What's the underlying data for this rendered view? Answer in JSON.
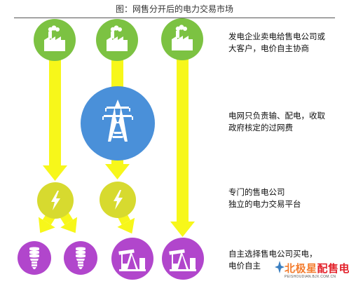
{
  "title": "图：网售分开后的电力交易市场",
  "colors": {
    "arrow": "#f7f71a",
    "factory_circle": "#7cc242",
    "tower_circle": "#4a90d9",
    "company_circle": "#d7da2f",
    "user_circle": "#b146cc",
    "icon": "#ffffff"
  },
  "nodes": {
    "factories": [
      "factory-icon",
      "factory-icon",
      "factory-icon"
    ],
    "grid": "power-tower-icon",
    "companies": [
      "lightning-icon",
      "lightning-icon"
    ],
    "users": [
      "light-bulb-icon",
      "light-bulb-icon",
      "oil-pump-icon",
      "oil-pump-icon"
    ]
  },
  "descriptions": [
    {
      "lines": [
        "发电企业卖电给售电公司或",
        "大客户，电价自主协商"
      ]
    },
    {
      "lines": [
        "电网只负责输、配电，收取",
        "政府核定的过网费"
      ]
    },
    {
      "lines": [
        "专门的售电公司",
        "独立的电力交易平台"
      ]
    },
    {
      "lines": [
        "自主选择售电公司买电，",
        "电价自主"
      ]
    }
  ],
  "watermark": {
    "text_a": "北极星",
    "text_b": "配售电网",
    "domain": "PEISHOUDIAN.BJX.COM.CN"
  }
}
